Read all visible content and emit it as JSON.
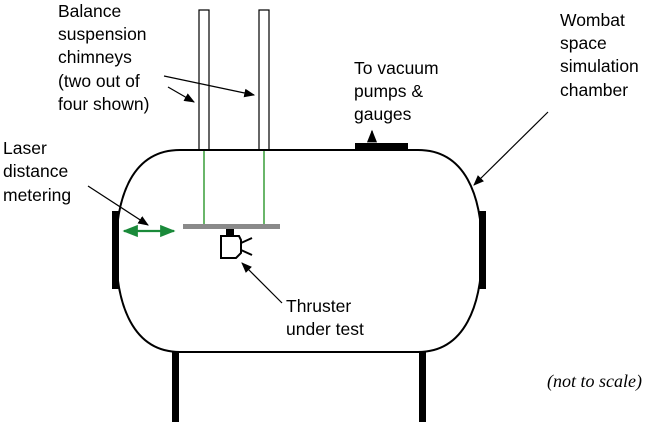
{
  "labels": {
    "chimneys": [
      "Balance",
      "suspension",
      "chimneys",
      "(two out of",
      "four shown)"
    ],
    "vacuum": [
      "To vacuum",
      "pumps &",
      "gauges"
    ],
    "chamber": [
      "Wombat",
      "space",
      "simulation",
      "chamber"
    ],
    "laser": [
      "Laser",
      "distance",
      "metering"
    ],
    "thruster": [
      "Thruster",
      "under test"
    ],
    "scale_note": "(not to scale)"
  },
  "colors": {
    "outline": "#000000",
    "suspension_wire": "#1a8f1a",
    "laser_arrow": "#1a8a3a",
    "balance_beam": "#8a8a8a"
  }
}
